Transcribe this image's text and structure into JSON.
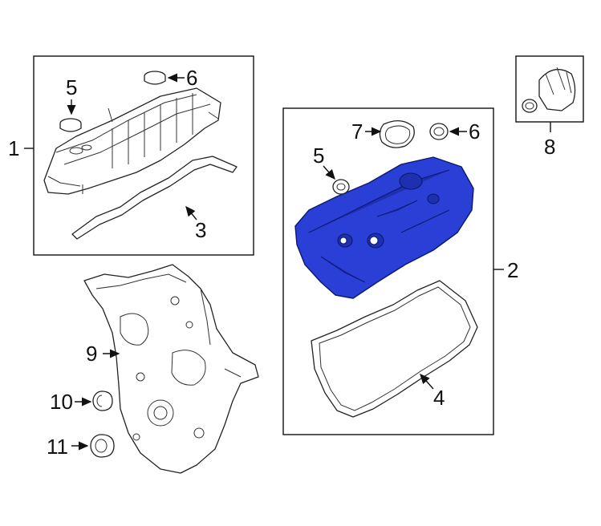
{
  "colors": {
    "highlight": "#2a3fd6",
    "line": "#111111",
    "background": "#ffffff"
  },
  "callouts": {
    "c1": "1",
    "c2": "2",
    "c3": "3",
    "c4": "4",
    "c5_left": "5",
    "c5_right": "5",
    "c6_left": "6",
    "c6_right": "6",
    "c7": "7",
    "c8": "8",
    "c9": "9",
    "c10": "10",
    "c11": "11"
  }
}
